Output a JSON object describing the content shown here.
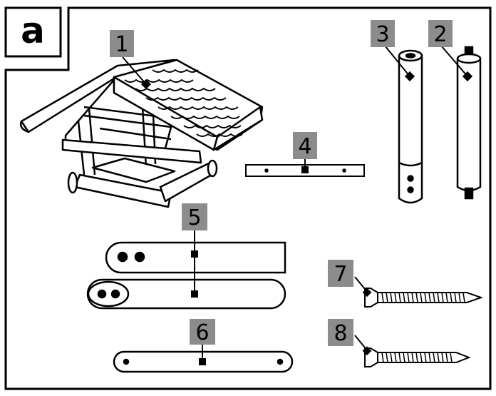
{
  "panel_letter": "a",
  "parts": [
    {
      "number": "1"
    },
    {
      "number": "2"
    },
    {
      "number": "3"
    },
    {
      "number": "4"
    },
    {
      "number": "5"
    },
    {
      "number": "6"
    },
    {
      "number": "7"
    },
    {
      "number": "8"
    }
  ],
  "colors": {
    "line": "#000000",
    "label_bg": "#8c8c8c",
    "paper": "#ffffff"
  }
}
